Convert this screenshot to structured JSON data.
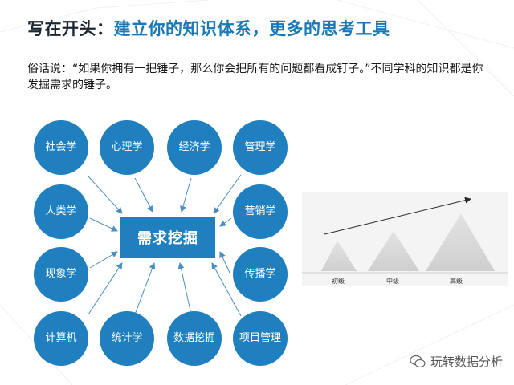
{
  "title": {
    "prefix": "写在开头",
    "colon": "：",
    "accent": "建立你的知识体系，更多的思考工具"
  },
  "subtitle": "俗话说：“如果你拥有一把锤子，那么你会把所有的问题都看成钉子。”不同学科的知识都是你发掘需求的锤子。",
  "diagram": {
    "center": "需求挖掘",
    "nodes": {
      "sociology": "社会学",
      "psychology": "心理学",
      "economics": "经济学",
      "management": "管理学",
      "anthropology": "人类学",
      "marketing": "营销学",
      "phenomenology": "现象学",
      "communication": "传播学",
      "computer": "计算机",
      "statistics": "统计学",
      "data_mining": "数据挖掘",
      "project_management": "项目管理"
    },
    "colors": {
      "node": "#1f7fbf",
      "arrow": "#4a8fc4",
      "title_accent": "#1a78b4"
    }
  },
  "growth": {
    "levels": [
      "初级",
      "中级",
      "高级"
    ],
    "colors": {
      "triangle": "#d6d6d6",
      "panel": "#f4f4f4"
    }
  },
  "watermark": {
    "text": "玩转数据分析",
    "icon": "wechat-icon"
  }
}
